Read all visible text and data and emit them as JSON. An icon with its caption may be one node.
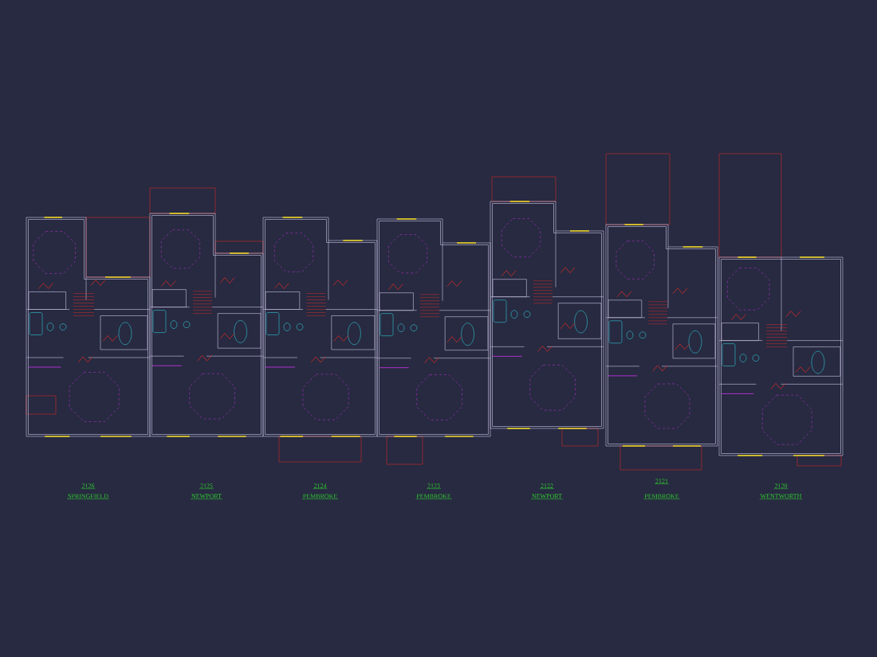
{
  "diagram": {
    "labels": [
      "2126",
      "SPRINGFIELD",
      "2125",
      "NEWPORT",
      "2124",
      "PEMBROKE",
      "2123",
      "PEMBROKE",
      "2122",
      "NEWPORT",
      "2121",
      "PEMBROKE",
      "2120",
      "WENTWORTH"
    ]
  }
}
